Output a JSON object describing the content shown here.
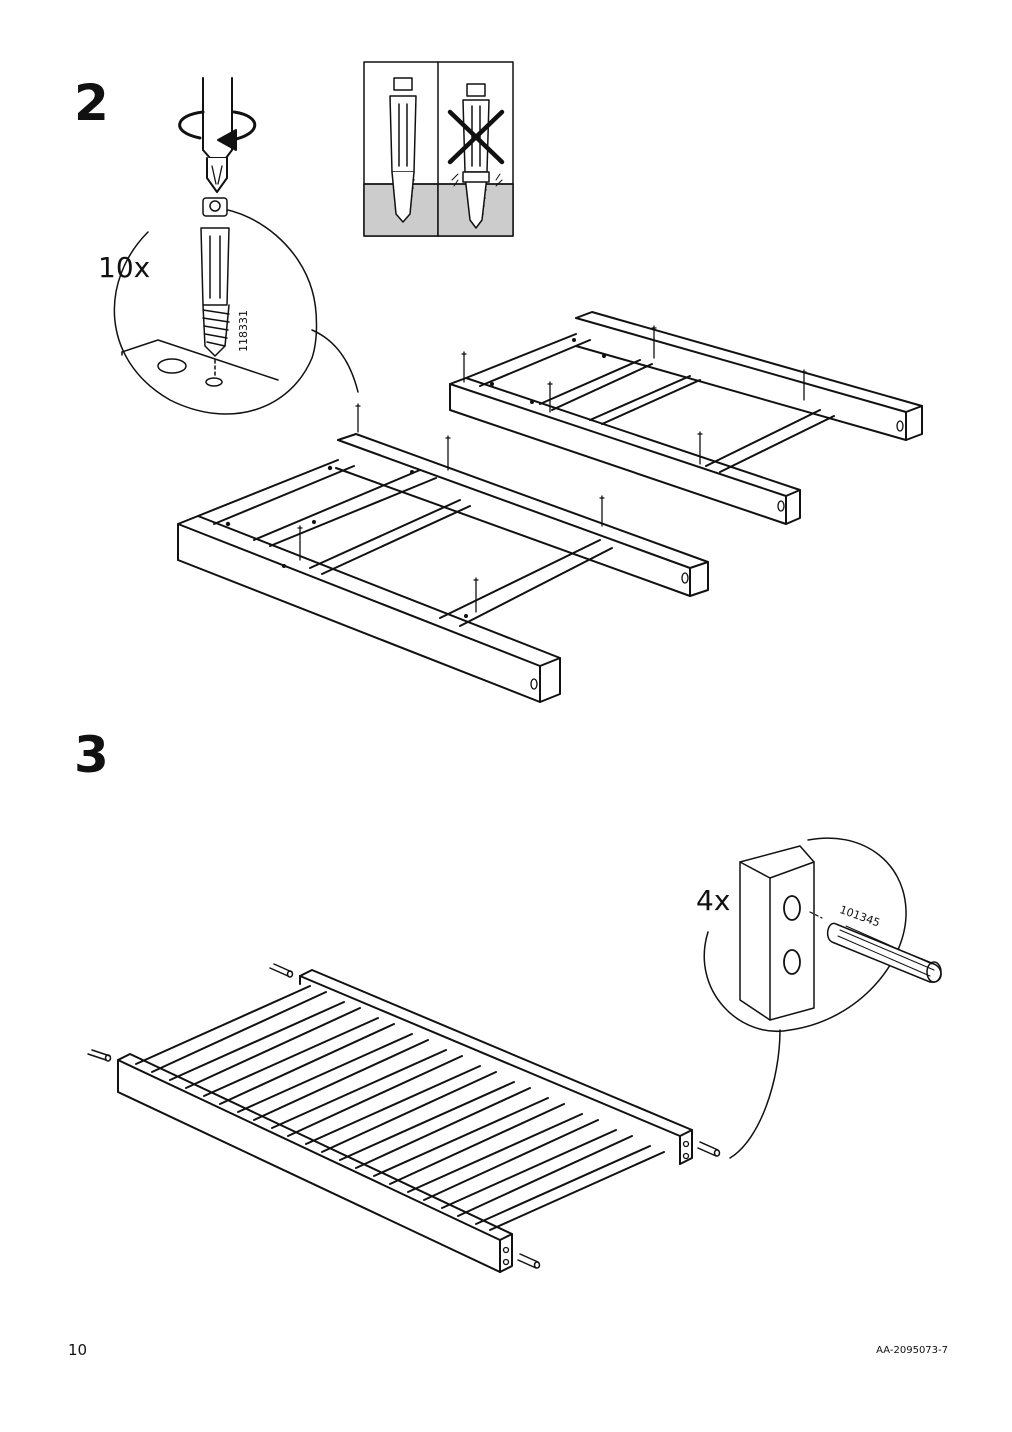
{
  "steps": [
    {
      "number": "2",
      "quantity": "10x",
      "part_number": "118331"
    },
    {
      "number": "3",
      "quantity": "4x",
      "part_number": "101345"
    }
  ],
  "footer": {
    "page_number": "10",
    "document_code": "AA-2095073-7"
  },
  "colors": {
    "line": "#111111",
    "surface_fill": "#cccccc"
  },
  "icons": {
    "screwdriver": "screwdriver-icon",
    "rotate": "rotate-arrow-icon",
    "cam_screw": "cam-lock-screw-icon",
    "dowel": "wooden-dowel-icon",
    "do_not": "cross-out-icon"
  }
}
